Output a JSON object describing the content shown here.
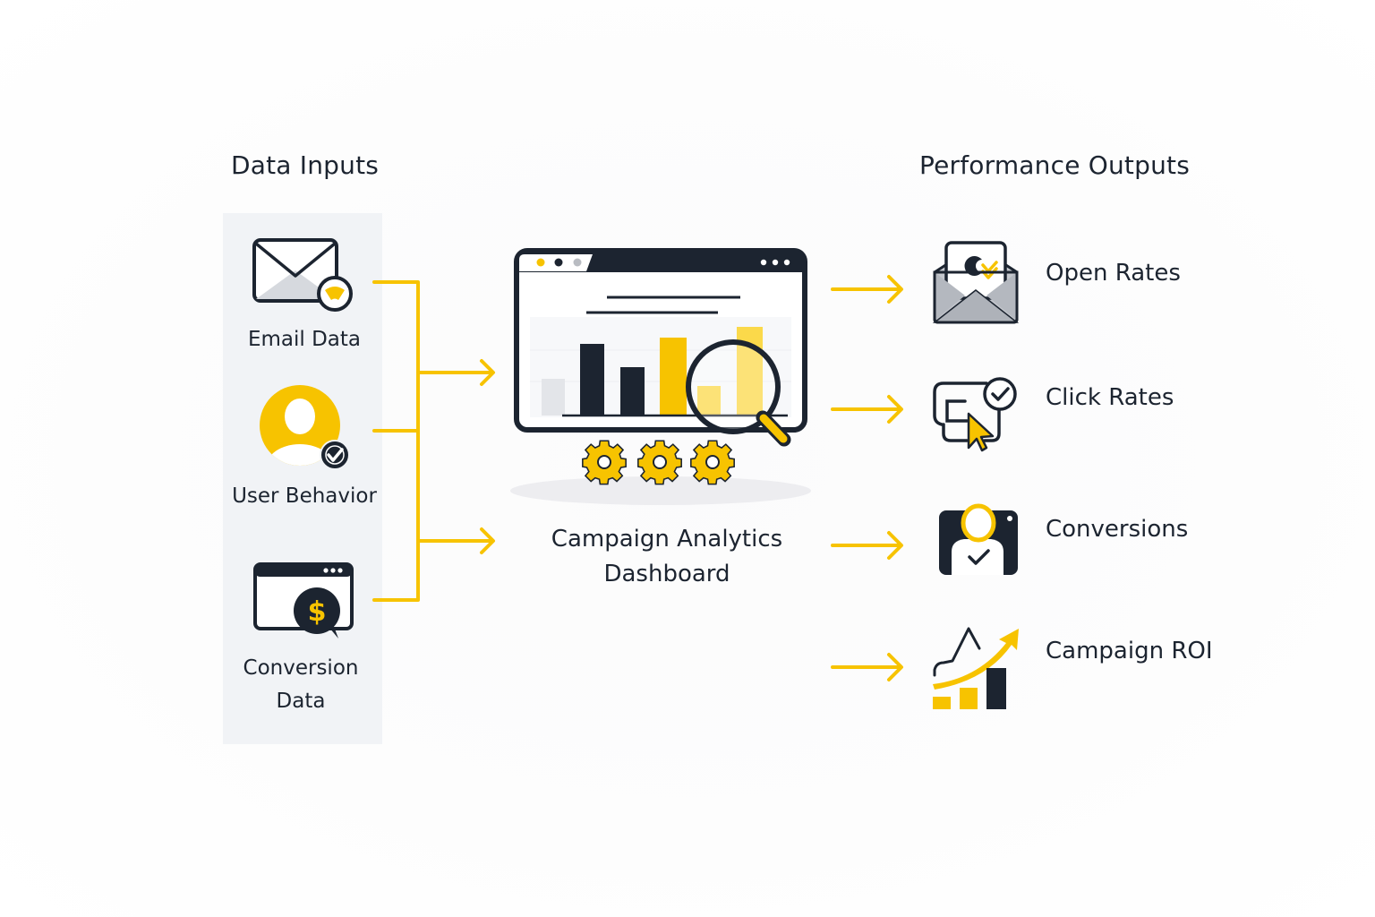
{
  "diagram": {
    "colors": {
      "accent": "#f7c300",
      "dark": "#1c2430",
      "panel": "#f1f3f6",
      "light_gray": "#c9ccd2"
    },
    "inputs": {
      "title": "Data Inputs",
      "items": [
        {
          "label": "Email Data",
          "icon": "email-icon"
        },
        {
          "label": "User Behavior",
          "icon": "user-icon"
        },
        {
          "label_line1": "Conversion",
          "label_line2": "Data",
          "icon": "conversion-data-icon"
        }
      ]
    },
    "center": {
      "title_line1": "Campaign Analytics",
      "title_line2": "Dashboard",
      "icon": "dashboard-window-icon",
      "gear_count": 3
    },
    "outputs": {
      "title": "Performance Outputs",
      "items": [
        {
          "label": "Open Rates",
          "icon": "open-envelope-icon"
        },
        {
          "label": "Click Rates",
          "icon": "click-cursor-icon"
        },
        {
          "label": "Conversions",
          "icon": "conversion-profile-icon"
        },
        {
          "label": "Campaign ROI",
          "icon": "roi-growth-icon"
        }
      ]
    }
  }
}
